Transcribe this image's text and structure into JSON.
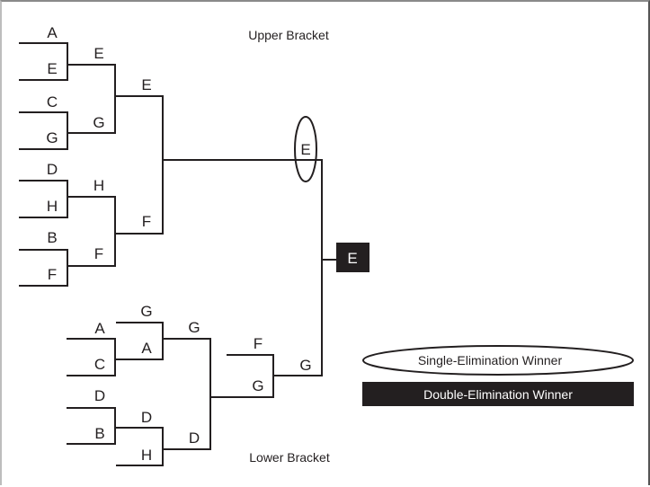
{
  "titles": {
    "upper": "Upper Bracket",
    "lower": "Lower Bracket"
  },
  "upper_bracket": {
    "round1": [
      {
        "top": "A",
        "bottom": "E",
        "winner": "E"
      },
      {
        "top": "C",
        "bottom": "G",
        "winner": "G"
      },
      {
        "top": "D",
        "bottom": "H",
        "winner": "H"
      },
      {
        "top": "B",
        "bottom": "F",
        "winner": "F"
      }
    ],
    "round2": [
      {
        "top": "E",
        "bottom": "G",
        "winner": "E"
      },
      {
        "top": "H",
        "bottom": "F",
        "winner": "F"
      }
    ],
    "final": {
      "top": "E",
      "bottom": "F",
      "winner": "E"
    }
  },
  "lower_bracket": {
    "round1": [
      {
        "top": "A",
        "bottom": "C",
        "winner": "A"
      },
      {
        "top": "D",
        "bottom": "B",
        "winner": "D"
      }
    ],
    "round2": [
      {
        "top": "G",
        "bottom": "A",
        "winner": "G"
      },
      {
        "top": "D",
        "bottom": "H",
        "winner": "D"
      }
    ],
    "round3": {
      "top": "G",
      "bottom": "D",
      "winner": "G"
    },
    "final": {
      "top": "F",
      "bottom": "G",
      "winner": "G"
    }
  },
  "single_elimination_winner": "E",
  "double_elimination_winner": "E",
  "legend": {
    "single": "Single-Elimination Winner",
    "double": "Double-Elimination Winner"
  },
  "colors": {
    "line": "#231f20",
    "winner_box": "#231f20",
    "winner_text": "#ffffff",
    "background": "#ffffff"
  }
}
